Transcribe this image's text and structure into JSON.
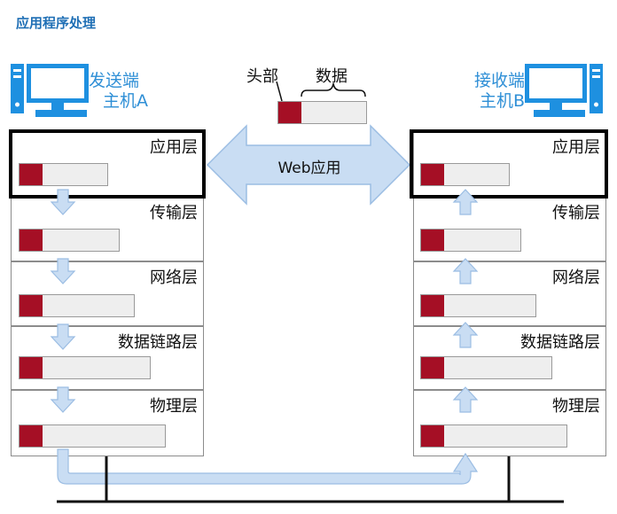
{
  "title": "应用程序处理",
  "sender": {
    "line1": "发送端",
    "line2": "主机A"
  },
  "receiver": {
    "line1": "接收端",
    "line2": "主机B"
  },
  "packet": {
    "header_label": "头部",
    "data_label": "数据"
  },
  "web_arrow_label": "Web应用",
  "layers": [
    "应用层",
    "传输层",
    "网络层",
    "数据链路层",
    "物理层"
  ],
  "colors": {
    "header_red": "#a50f25",
    "arrow_blue": "#c9ddf3",
    "arrow_border": "#9bbde3",
    "host_icon": "#1e90e0"
  },
  "icons": [
    "computer-icon",
    "down-arrow-icon",
    "up-arrow-icon",
    "double-arrow-icon"
  ]
}
